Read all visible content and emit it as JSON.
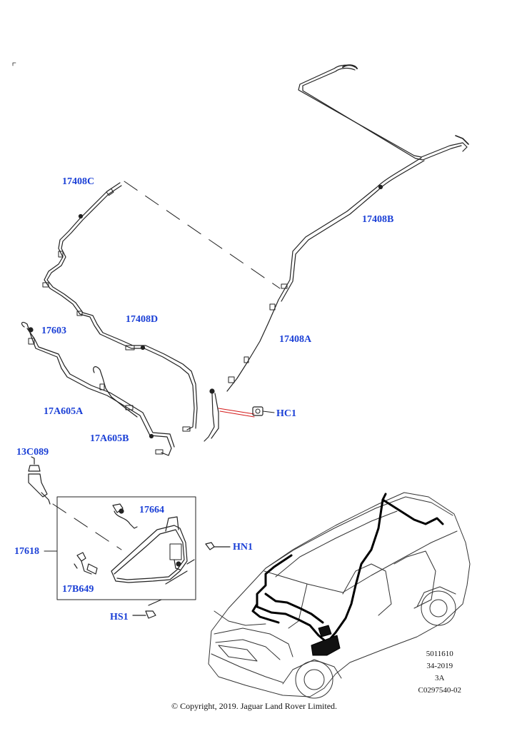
{
  "callouts": {
    "c17408C": "17408C",
    "c17408B": "17408B",
    "c17408D": "17408D",
    "c17408A": "17408A",
    "c17603": "17603",
    "cHC1": "HC1",
    "c17A605A": "17A605A",
    "c17A605B": "17A605B",
    "c13C089": "13C089",
    "c17664": "17664",
    "c17618": "17618",
    "cHN1": "HN1",
    "c17B649": "17B649",
    "cHS1": "HS1"
  },
  "meta": {
    "line1": "5011610",
    "line2": "34-2019",
    "line3": "3A",
    "line4": "C0297540-02"
  },
  "copyright": "© Copyright, 2019. Jaguar Land Rover Limited.",
  "colors": {
    "callout": "#1a3fd6",
    "line": "#222222",
    "leader_red": "#d41a1a"
  }
}
